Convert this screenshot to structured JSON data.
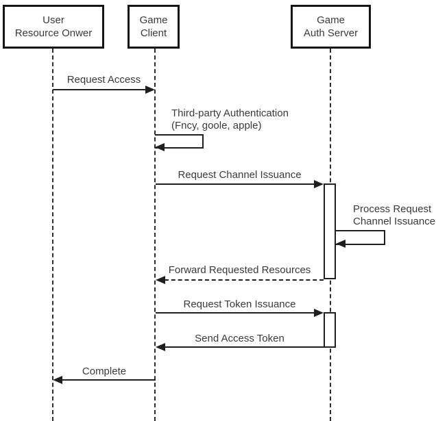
{
  "actors": [
    {
      "line1": "User",
      "line2": "Resource Onwer"
    },
    {
      "line1": "Game",
      "line2": "Client"
    },
    {
      "line1": "Game",
      "line2": "Auth Server"
    }
  ],
  "messages": {
    "request_access": "Request Access",
    "third_party_auth_line1": "Third-party Authentication",
    "third_party_auth_line2": "(Fncy, goole, apple)",
    "request_channel_issuance": "Request Channel Issuance",
    "process_request_line1": "Process Request",
    "process_request_line2": "Channel Issuance",
    "forward_requested_resources": "Forward Requested Resources",
    "request_token_issuance": "Request Token Issuance",
    "send_access_token": "Send Access Token",
    "complete": "Complete"
  },
  "colors": {
    "line": "#1f1f1f",
    "text": "#3a3a3a",
    "background": "#ffffff"
  }
}
